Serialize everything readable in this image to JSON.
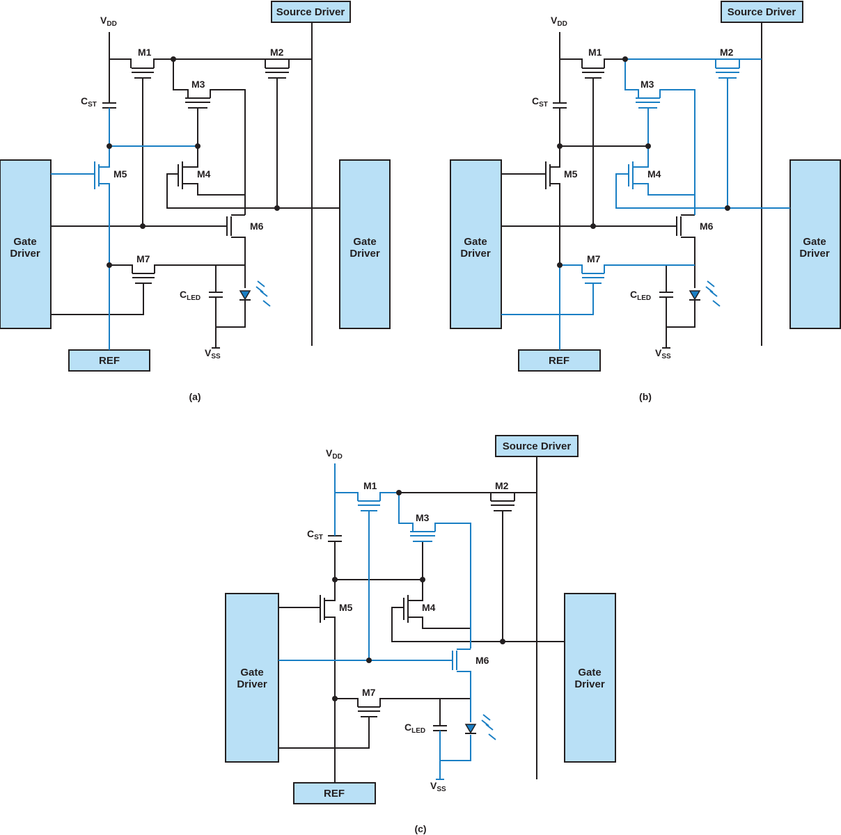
{
  "labels": {
    "source_driver": "Source Driver",
    "gate_driver_line1": "Gate",
    "gate_driver_line2": "Driver",
    "ref": "REF",
    "vdd_main": "V",
    "vdd_sub": "DD",
    "vss_main": "V",
    "vss_sub": "SS",
    "cst_main": "C",
    "cst_sub": "ST",
    "cled_main": "C",
    "cled_sub": "LED",
    "m1": "M1",
    "m2": "M2",
    "m3": "M3",
    "m4": "M4",
    "m5": "M5",
    "m6": "M6",
    "m7": "M7"
  },
  "panels": [
    {
      "id": "a",
      "caption": "(a)"
    },
    {
      "id": "b",
      "caption": "(b)"
    },
    {
      "id": "c",
      "caption": "(c)"
    }
  ],
  "colors": {
    "wire": "#231f20",
    "active_path": "#1a7fc4",
    "box_fill": "#b9e0f6"
  }
}
